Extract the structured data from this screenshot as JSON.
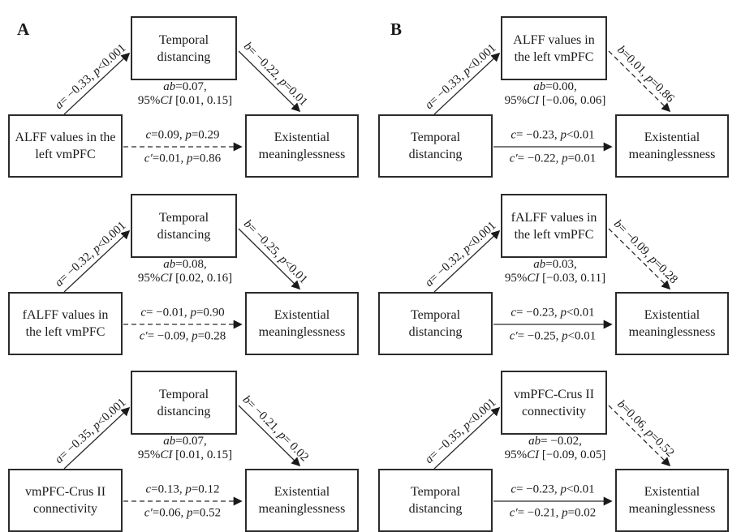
{
  "colors": {
    "line": "#2b2b2b",
    "text": "#1a1a1a",
    "background": "#ffffff"
  },
  "panels": [
    {
      "label": "A",
      "diagrams": [
        {
          "predictor": "ALFF values in the left vmPFC",
          "mediator": "Temporal distancing",
          "outcome": "Existential meaninglessness",
          "path_a": [
            "a",
            "= −0.33, ",
            "p",
            "<0.001"
          ],
          "path_b": [
            "b",
            "= −0.22, ",
            "p",
            "=0.01"
          ],
          "indirect_line1": [
            "ab",
            "=0.07,"
          ],
          "indirect_line2": [
            "",
            "95%",
            "CI",
            " [0.01, 0.15]"
          ],
          "path_c": [
            "c",
            "=0.09, ",
            "p",
            "=0.29"
          ],
          "path_c_prime": [
            "c′",
            "=0.01, ",
            "p",
            "=0.86"
          ],
          "b_line_style": "solid",
          "c_line_style": "dashed"
        },
        {
          "predictor": "fALFF values in the left vmPFC",
          "mediator": "Temporal distancing",
          "outcome": "Existential meaninglessness",
          "path_a": [
            "a",
            "= −0.32, ",
            "p",
            "<0.001"
          ],
          "path_b": [
            "b",
            "= −0.25, ",
            "p",
            "<0.01"
          ],
          "indirect_line1": [
            "ab",
            "=0.08,"
          ],
          "indirect_line2": [
            "",
            "95%",
            "CI",
            " [0.02, 0.16]"
          ],
          "path_c": [
            "c",
            "= −0.01, ",
            "p",
            "=0.90"
          ],
          "path_c_prime": [
            "c′",
            "= −0.09, ",
            "p",
            "=0.28"
          ],
          "b_line_style": "solid",
          "c_line_style": "dashed"
        },
        {
          "predictor": "vmPFC-Crus II connectivity",
          "mediator": "Temporal distancing",
          "outcome": "Existential meaninglessness",
          "path_a": [
            "a",
            "= −0.35, ",
            "p",
            "<0.001"
          ],
          "path_b": [
            "b",
            "= −0.21, ",
            "p",
            "= 0.02"
          ],
          "indirect_line1": [
            "ab",
            "=0.07,"
          ],
          "indirect_line2": [
            "",
            "95%",
            "CI",
            " [0.01, 0.15]"
          ],
          "path_c": [
            "c",
            "=0.13, ",
            "p",
            "=0.12"
          ],
          "path_c_prime": [
            "c′",
            "=0.06, ",
            "p",
            "=0.52"
          ],
          "b_line_style": "solid",
          "c_line_style": "dashed"
        }
      ]
    },
    {
      "label": "B",
      "diagrams": [
        {
          "predictor": "Temporal distancing",
          "mediator": "ALFF values in the left vmPFC",
          "outcome": "Existential meaninglessness",
          "path_a": [
            "a",
            "= −0.33, ",
            "p",
            "<0.001"
          ],
          "path_b": [
            "b",
            "=0.01, ",
            "p",
            "=0.86"
          ],
          "indirect_line1": [
            "ab",
            "=0.00,"
          ],
          "indirect_line2": [
            "",
            "95%",
            "CI",
            " [−0.06, 0.06]"
          ],
          "path_c": [
            "c",
            "= −0.23, ",
            "p",
            "<0.01"
          ],
          "path_c_prime": [
            "c′",
            "= −0.22, ",
            "p",
            "=0.01"
          ],
          "b_line_style": "dashed",
          "c_line_style": "solid"
        },
        {
          "predictor": "Temporal distancing",
          "mediator": "fALFF values in the left vmPFC",
          "outcome": "Existential meaninglessness",
          "path_a": [
            "a",
            "= −0.32, ",
            "p",
            "<0.001"
          ],
          "path_b": [
            "b",
            "= −0.09, ",
            "p",
            "=0.28"
          ],
          "indirect_line1": [
            "ab",
            "=0.03,"
          ],
          "indirect_line2": [
            "",
            "95%",
            "CI",
            " [−0.03, 0.11]"
          ],
          "path_c": [
            "c",
            "= −0.23, ",
            "p",
            "<0.01"
          ],
          "path_c_prime": [
            "c′",
            "= −0.25, ",
            "p",
            "<0.01"
          ],
          "b_line_style": "dashed",
          "c_line_style": "solid"
        },
        {
          "predictor": "Temporal distancing",
          "mediator": "vmPFC-Crus II connectivity",
          "outcome": "Existential meaninglessness",
          "path_a": [
            "a",
            "= −0.35, ",
            "p",
            "<0.001"
          ],
          "path_b": [
            "b",
            "=0.06, ",
            "p",
            "=0.52"
          ],
          "indirect_line1": [
            "ab",
            "= −0.02,"
          ],
          "indirect_line2": [
            "",
            "95%",
            "CI",
            " [−0.09, 0.05]"
          ],
          "path_c": [
            "c",
            "= −0.23, ",
            "p",
            "<0.01"
          ],
          "path_c_prime": [
            "c′",
            "= −0.21, ",
            "p",
            "=0.02"
          ],
          "b_line_style": "dashed",
          "c_line_style": "solid"
        }
      ]
    }
  ]
}
